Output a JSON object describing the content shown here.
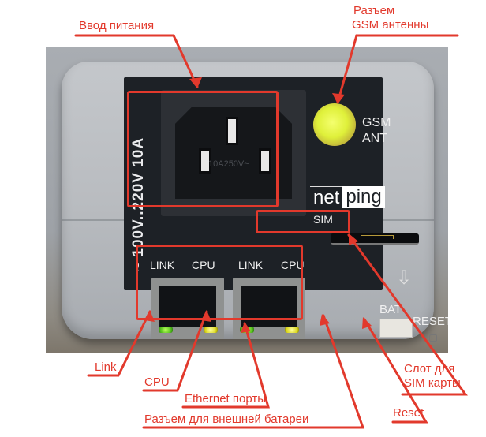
{
  "device": {
    "rating_text": "~ 100V..220V 10A",
    "socket_marking": "10A250V~",
    "antenna_label_line1": "GSM",
    "antenna_label_line2": "ANT",
    "logo_part1": "net",
    "logo_part2": "ping",
    "sim_label": "SIM",
    "port_labels": [
      "LINK",
      "CPU",
      "LINK",
      "CPU"
    ],
    "bat_label": "BAT",
    "reset_label": "RESET"
  },
  "callouts": {
    "power_input": "Ввод питания",
    "gsm_antenna_line1": "Разъем",
    "gsm_antenna_line2": "GSM антенны",
    "link": "Link",
    "cpu": "CPU",
    "ethernet_ports": "Ethernet порты",
    "external_battery": "Разъем для внешней батареи",
    "reset": "Reset",
    "sim_slot_line1": "Слот для",
    "sim_slot_line2": "SIM карты"
  },
  "colors": {
    "callout": "#e2392c",
    "panel": "#1d2126",
    "led_green": "#4fbd1a",
    "led_yellow": "#d9d51a"
  }
}
